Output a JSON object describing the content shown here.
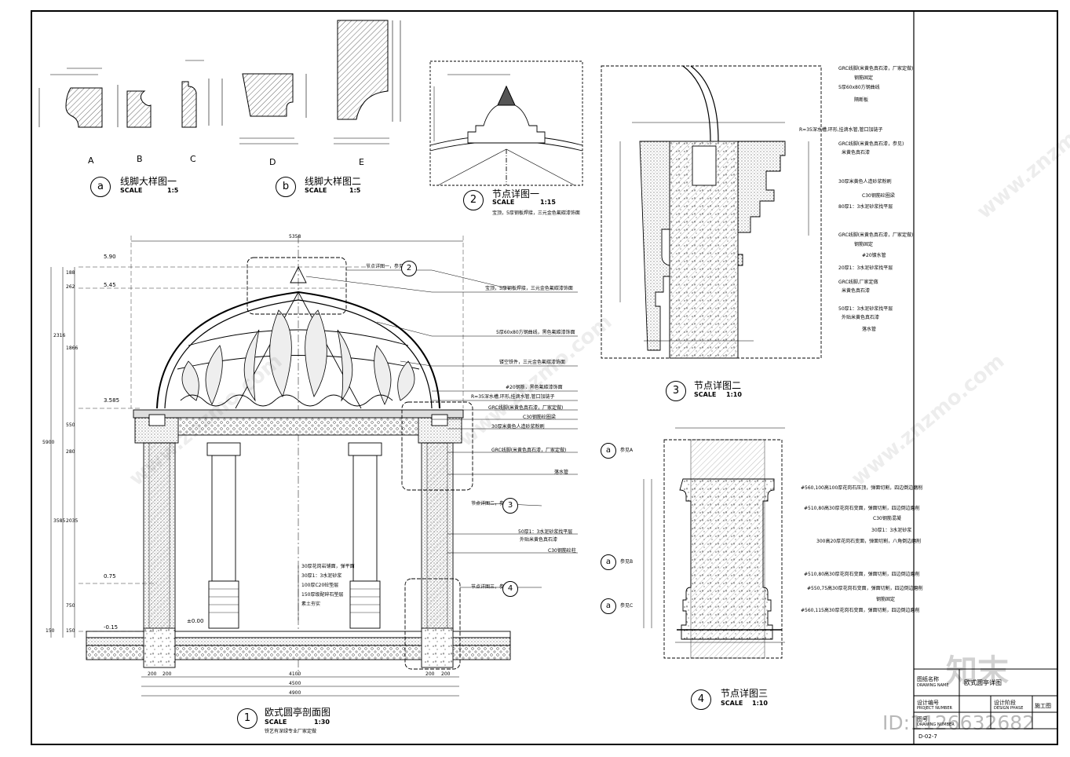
{
  "details_a": {
    "letters": [
      "A",
      "B",
      "C",
      "D",
      "E"
    ],
    "title_a": "线脚大样图一",
    "scale_a": "SCALE",
    "ratio_a": "1:5",
    "title_b": "线脚大样图二",
    "scale_b": "SCALE",
    "ratio_b": "1:5",
    "marker_a": "a",
    "marker_b": "b"
  },
  "node1": {
    "marker": "2",
    "title": "节点详图一",
    "scale": "SCALE",
    "ratio": "1:15",
    "note": "宝顶，5厚钢板焊接，三元金色氟碳漆饰面"
  },
  "node2": {
    "marker": "3",
    "title": "节点详图二",
    "scale": "SCALE",
    "ratio": "1:10",
    "labels": [
      "GRC线脚(米黄色真石漆，厂家定做)",
      "钢筋固定",
      "5厚60x80方钢曲线",
      "隔断板",
      "R=35深水槽,环形,挂滴水管,管口加链子",
      "GRC线脚(米黄色真石漆，参见)",
      "米黄色真石漆",
      "30厚米黄色人造砂浆粉刷",
      "C30钢筋砼圈梁",
      "80厚1：3水泥砂浆找平层",
      "GRC线脚(米黄色真石漆，厂家定做)",
      "钢筋固定",
      "#20镀水管",
      "20厚1：3水泥砂浆找平层",
      "GRC线脚,厂家定做",
      "米黄色真石漆",
      "50厚1：3水泥砂浆找平层",
      "外贴米黄色真石漆",
      "落水管"
    ]
  },
  "node3": {
    "marker": "4",
    "title": "节点详图三",
    "scale": "SCALE",
    "ratio": "1:10",
    "refs": [
      "参见A",
      "参见B",
      "参见C"
    ],
    "labels": [
      "#560,100高100厚花岗石压顶，弹面切割，四边倒边磨削",
      "#510,80高30厚花岗石变面，弹面切割，四边倒边磨削",
      "C30钢筋混凝",
      "30厚1：3水泥砂浆",
      "300高20厚花岗石变面，弹面切割，八角倒边磨削",
      "#510,80高30厚花岗石变面，弹面切割，四边倒边磨削",
      "#550,75高30厚花岗石变面，弹面切割，四边倒边磨削",
      "钢筋固定",
      "#560,115高30厚花岗石变面，弹面切割，四边倒边磨削"
    ]
  },
  "section": {
    "marker": "1",
    "title": "欧式圆亭剖面图",
    "scale": "SCALE",
    "ratio": "1:30",
    "note": "铁艺有深绿专业厂家定做",
    "levels": [
      "5.90",
      "5.45",
      "3.585",
      "0.75",
      "±0.00",
      "-0.15"
    ],
    "top_dim": "5358",
    "bottom_dims": [
      "200",
      "200",
      "4100",
      "200",
      "200",
      "4500",
      "4900"
    ],
    "left_dims": [
      "188",
      "262",
      "2316",
      "1866",
      "550",
      "280",
      "5900",
      "3585",
      "2035",
      "750",
      "150",
      "150"
    ],
    "labels": [
      "节点详图一，参见",
      "宝顶，5厚钢板焊接，三元金色氟碳漆饰面",
      "5厚60x80方钢曲线，黑色氟碳漆饰面",
      "镂空铁件，三元金色氟碳漆饰面",
      "#20钢筋，黑色氟碳漆饰面",
      "R=35深水槽,环形,挂滴水管,管口加链子",
      "GRC线脚(米黄色真石漆，厂家定做)",
      "C30钢筋砼圈梁",
      "30厚米黄色人造砂浆粉刷",
      "GRC线脚(米黄色真石漆，厂家定做)",
      "落水管",
      "节点详图二，参见",
      "50厚1：3水泥砂浆找平层",
      "外贴米黄色真石漆",
      "C30钢筋砼柱",
      "节点详图三，参见"
    ],
    "floor_labels": [
      "30厚花岗岩铺面，弹平面",
      "30厚1：3水泥砂浆",
      "100厚C20砼垫层",
      "150厚级配碎石垫层",
      "素土夯实"
    ]
  },
  "title_block": {
    "drawing_name_label": "图纸名称",
    "drawing_name_en": "DRAWING NAME",
    "drawing_name": "欧式圆亭详图",
    "project_no_label": "设计编号",
    "project_no_en": "PROJECT NUMBER",
    "phase_label": "设计阶段",
    "phase_en": "DESIGN PHASE",
    "phase": "施工图",
    "drawing_no_label": "图号",
    "drawing_no_en": "DRAWING NUMBER",
    "drawing_no": "D-02-7"
  },
  "watermark": {
    "id": "ID:1126632682",
    "brand": "知末",
    "site": "www.znzmo.com"
  }
}
